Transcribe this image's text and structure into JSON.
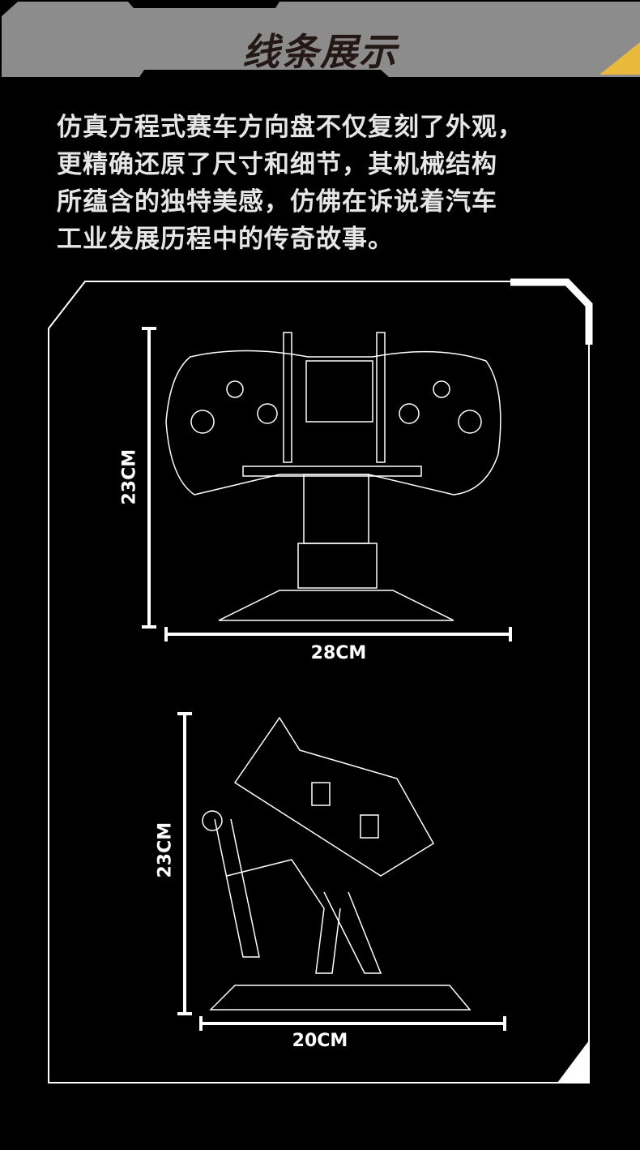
{
  "header": {
    "title": "线条展示"
  },
  "description": {
    "lines": [
      "仿真方程式赛车方向盘不仅复刻了外观，",
      "更精确还原了尺寸和细节，其机械结构",
      "所蕴含的独特美感，仿佛在诉说着汽车",
      "工业发展历程中的传奇故事。"
    ]
  },
  "front_view": {
    "height_label": "23CM",
    "width_label": "28CM"
  },
  "side_view": {
    "height_label": "23CM",
    "width_label": "20CM"
  },
  "colors": {
    "banner": "#8c8c8c",
    "accent": "#e8b93a",
    "frame": "#ffffff",
    "text": "#e6e6e6"
  }
}
